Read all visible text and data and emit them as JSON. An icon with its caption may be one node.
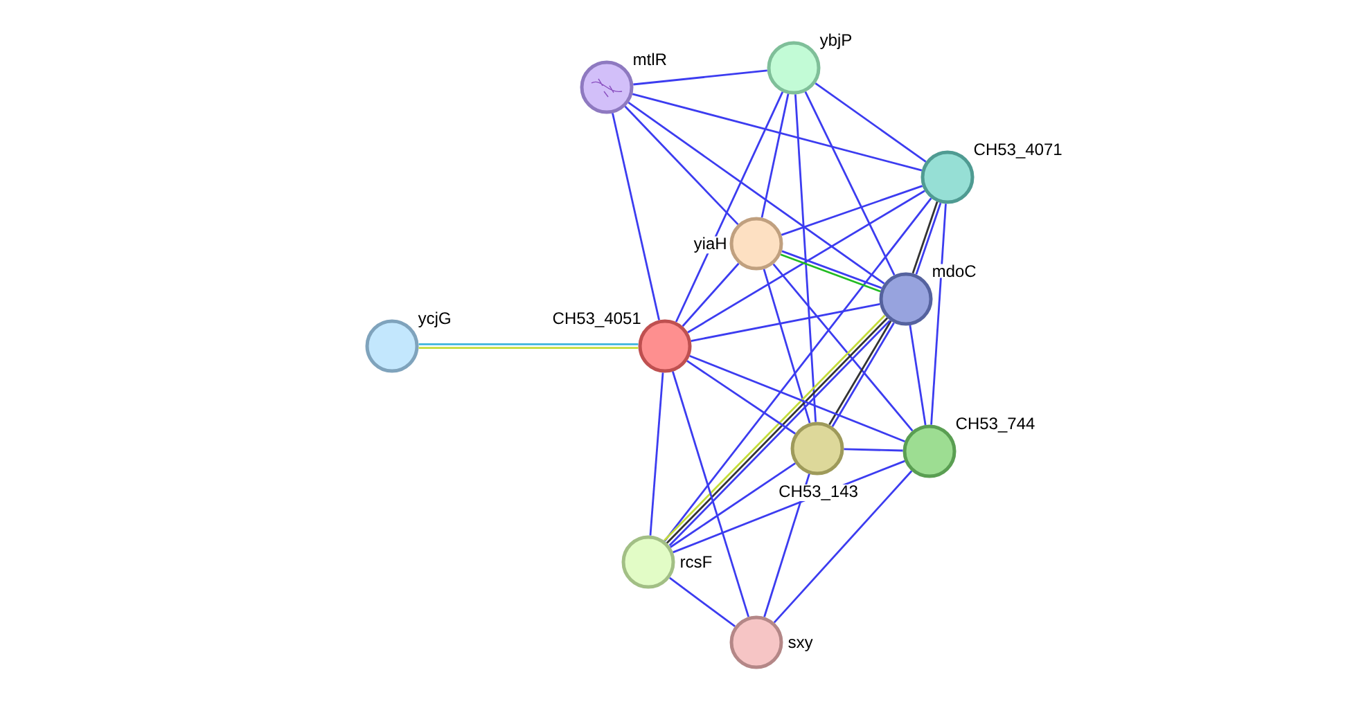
{
  "diagram": {
    "nodes": [
      {
        "text": [
          "mtlR"
        ]
      },
      {
        "text": [
          "ybjP"
        ]
      },
      {
        "text": [
          "CH53_4071"
        ]
      },
      {
        "text": [
          "yiaH"
        ]
      },
      {
        "text": [
          "mdoC"
        ]
      },
      {
        "text": [
          "ycjG"
        ]
      },
      {
        "text": [
          "CH53_4051"
        ]
      },
      {
        "text": [
          "CH53_143"
        ]
      },
      {
        "text": [
          "CH53_744"
        ]
      },
      {
        "text": [
          "rcsF"
        ]
      },
      {
        "text": [
          "sxy"
        ]
      }
    ],
    "edges": [
      {
        "from": 0,
        "to": 1,
        "arrow": "none"
      },
      {
        "from": 0,
        "to": 2,
        "arrow": "none"
      },
      {
        "from": 0,
        "to": 3,
        "arrow": "none"
      },
      {
        "from": 0,
        "to": 4,
        "arrow": "none"
      },
      {
        "from": 0,
        "to": 6,
        "arrow": "none"
      },
      {
        "from": 1,
        "to": 2,
        "arrow": "none"
      },
      {
        "from": 1,
        "to": 3,
        "arrow": "none"
      },
      {
        "from": 1,
        "to": 4,
        "arrow": "none"
      },
      {
        "from": 1,
        "to": 6,
        "arrow": "none"
      },
      {
        "from": 1,
        "to": 7,
        "arrow": "none"
      },
      {
        "from": 2,
        "to": 3,
        "arrow": "none"
      },
      {
        "from": 2,
        "to": 4,
        "arrow": "none"
      },
      {
        "from": 2,
        "to": 4,
        "arrow": "none",
        "color": "#333333"
      },
      {
        "from": 2,
        "to": 6,
        "arrow": "none"
      },
      {
        "from": 2,
        "to": 8,
        "arrow": "none"
      },
      {
        "from": 2,
        "to": 9,
        "arrow": "none"
      },
      {
        "from": 3,
        "to": 4,
        "arrow": "none"
      },
      {
        "from": 3,
        "to": 4,
        "arrow": "none",
        "color": "#22bb22"
      },
      {
        "from": 3,
        "to": 6,
        "arrow": "none"
      },
      {
        "from": 3,
        "to": 7,
        "arrow": "none"
      },
      {
        "from": 3,
        "to": 8,
        "arrow": "none"
      },
      {
        "from": 4,
        "to": 6,
        "arrow": "none"
      },
      {
        "from": 4,
        "to": 7,
        "arrow": "none"
      },
      {
        "from": 4,
        "to": 7,
        "arrow": "none",
        "color": "#333333"
      },
      {
        "from": 4,
        "to": 8,
        "arrow": "none"
      },
      {
        "from": 4,
        "to": 9,
        "arrow": "none"
      },
      {
        "from": 4,
        "to": 9,
        "arrow": "none",
        "color": "#333333"
      },
      {
        "from": 4,
        "to": 9,
        "arrow": "none",
        "color": "#c4dc38"
      },
      {
        "from": 5,
        "to": 6,
        "arrow": "none",
        "color": "#3cb4dc"
      },
      {
        "from": 5,
        "to": 6,
        "arrow": "none",
        "color": "#c4dc38"
      },
      {
        "from": 6,
        "to": 7,
        "arrow": "none"
      },
      {
        "from": 6,
        "to": 8,
        "arrow": "none"
      },
      {
        "from": 6,
        "to": 9,
        "arrow": "none"
      },
      {
        "from": 6,
        "to": 10,
        "arrow": "none"
      },
      {
        "from": 7,
        "to": 8,
        "arrow": "none"
      },
      {
        "from": 7,
        "to": 9,
        "arrow": "none"
      },
      {
        "from": 7,
        "to": 10,
        "arrow": "none"
      },
      {
        "from": 8,
        "to": 9,
        "arrow": "none"
      },
      {
        "from": 8,
        "to": 10,
        "arrow": "none"
      },
      {
        "from": 9,
        "to": 10,
        "arrow": "none"
      }
    ]
  }
}
